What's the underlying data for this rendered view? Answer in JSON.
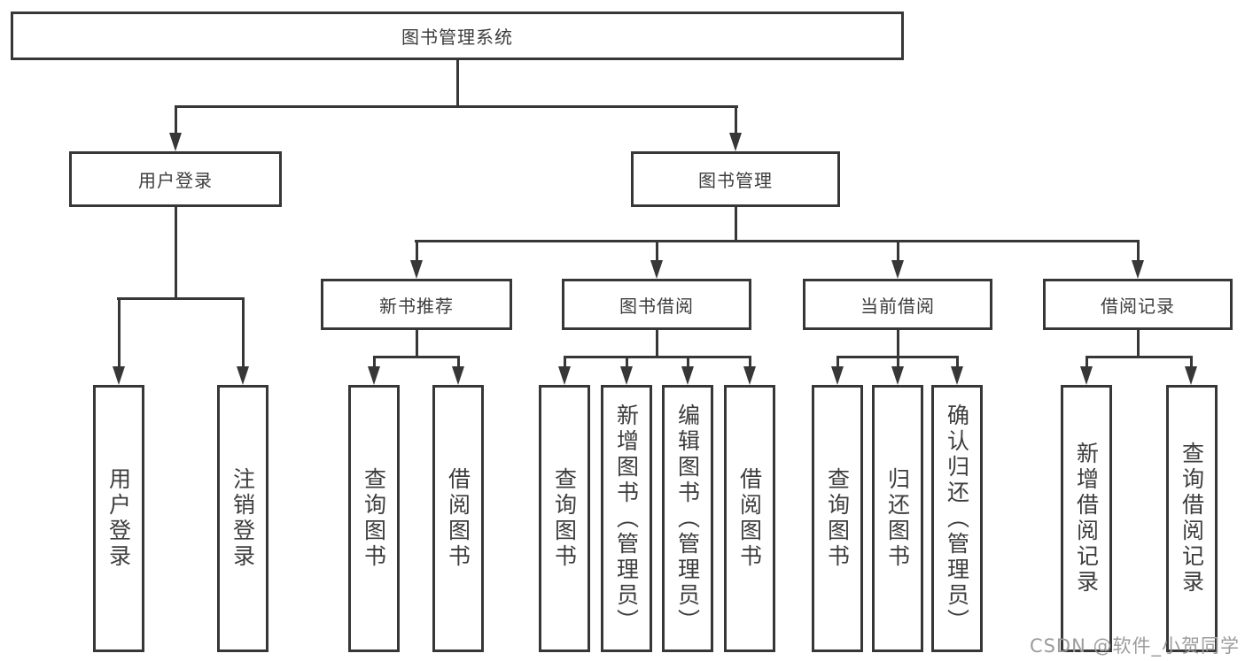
{
  "diagram": {
    "root": {
      "label": "图书管理系统"
    },
    "level2": [
      {
        "label": "用户登录"
      },
      {
        "label": "图书管理"
      }
    ],
    "level3": [
      {
        "label": "新书推荐"
      },
      {
        "label": "图书借阅"
      },
      {
        "label": "当前借阅"
      },
      {
        "label": "借阅记录"
      }
    ],
    "leaves": {
      "user_login": [
        {
          "label": "用户登录"
        },
        {
          "label": "注销登录"
        }
      ],
      "new_books": [
        {
          "label": "查询图书"
        },
        {
          "label": "借阅图书"
        }
      ],
      "book_borrow": [
        {
          "label": "查询图书"
        },
        {
          "label": "新增图书（管理员）"
        },
        {
          "label": "编辑图书（管理员）"
        },
        {
          "label": "借阅图书"
        }
      ],
      "current_borrow": [
        {
          "label": "查询图书"
        },
        {
          "label": "归还图书"
        },
        {
          "label": "确认归还（管理员）"
        }
      ],
      "borrow_records": [
        {
          "label": "新增借阅记录"
        },
        {
          "label": "查询借阅记录"
        }
      ]
    },
    "watermark": "CSDN @软件_小贺同学",
    "colors": {
      "line": "#373737",
      "text": "#3d3d3d",
      "box_fill": "#ffffff",
      "background": "#ffffff",
      "watermark": "#9c9c9c"
    }
  }
}
